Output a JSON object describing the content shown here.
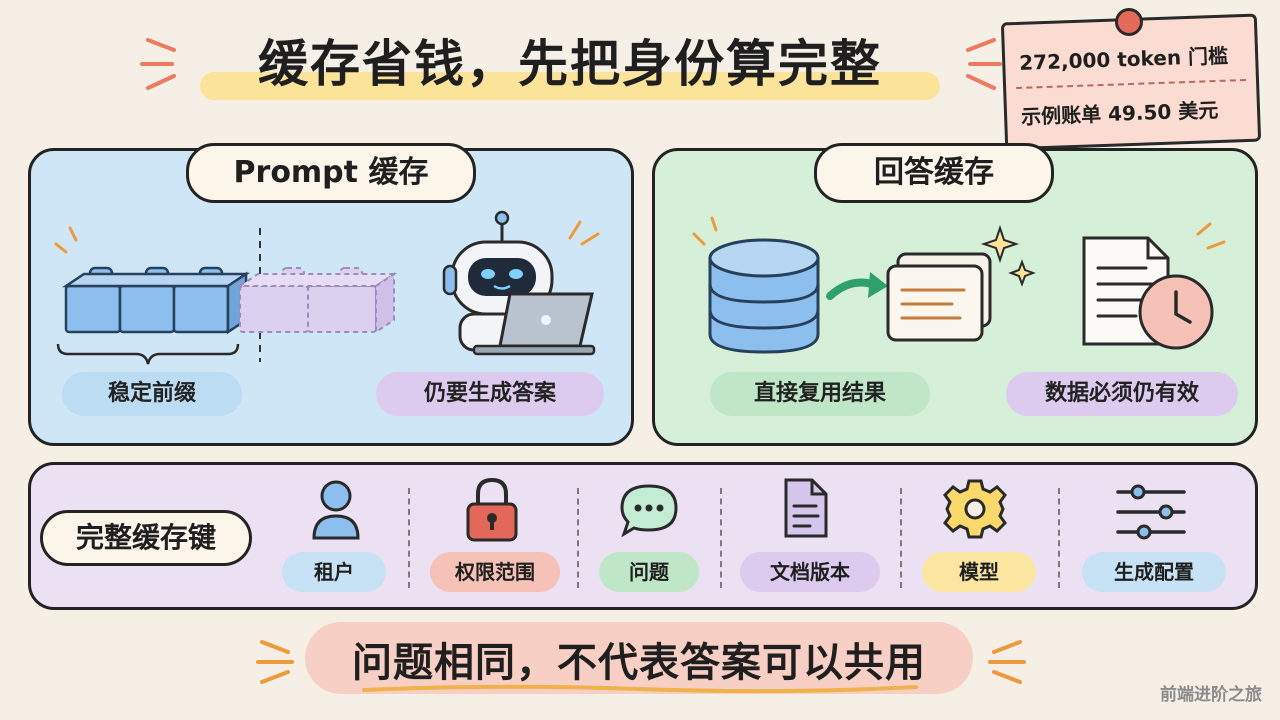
{
  "title": "缓存省钱，先把身份算完整",
  "note": {
    "line1": "272,000 token 门槛",
    "line2": "示例账单 49.50 美元"
  },
  "prompt_cache": {
    "title": "Prompt 缓存",
    "chip_left": "稳定前缀",
    "chip_right": "仍要生成答案"
  },
  "answer_cache": {
    "title": "回答缓存",
    "chip_left": "直接复用结果",
    "chip_right": "数据必须仍有效"
  },
  "cache_key": {
    "label": "完整缓存键",
    "items": [
      {
        "label": "租户",
        "icon": "user-icon"
      },
      {
        "label": "权限范围",
        "icon": "lock-icon"
      },
      {
        "label": "问题",
        "icon": "chat-bubble-icon"
      },
      {
        "label": "文档版本",
        "icon": "document-icon"
      },
      {
        "label": "模型",
        "icon": "gear-icon"
      },
      {
        "label": "生成配置",
        "icon": "sliders-icon"
      }
    ]
  },
  "bottom": "问题相同，不代表答案可以共用",
  "footer": "前端进阶之旅",
  "colors": {
    "blue": "#cfe6f7",
    "green": "#d5efd8",
    "purple": "#ece1f3",
    "accent": "#e46b5b"
  }
}
